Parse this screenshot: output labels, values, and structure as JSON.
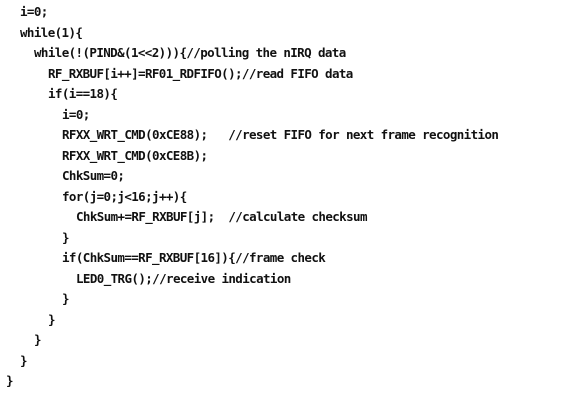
{
  "code_lines": [
    {
      "indent": 1,
      "text": "i=0;"
    },
    {
      "indent": 1,
      "text": "while(1){"
    },
    {
      "indent": 2,
      "text": "while(!(PIND&(1<<2))){//polling the nIRQ data"
    },
    {
      "indent": 3,
      "text": "RF_RXBUF[i++]=RF01_RDFIFO();//read FIFO data"
    },
    {
      "indent": 3,
      "text": "if(i==18){"
    },
    {
      "indent": 4,
      "text": "i=0;"
    },
    {
      "indent": 4,
      "text": "RFXX_WRT_CMD(0xCE88);   //reset FIFO for next frame recognition"
    },
    {
      "indent": 4,
      "text": "RFXX_WRT_CMD(0xCE8B);"
    },
    {
      "indent": 4,
      "text": "ChkSum=0;"
    },
    {
      "indent": 4,
      "text": "for(j=0;j<16;j++){"
    },
    {
      "indent": 5,
      "text": "ChkSum+=RF_RXBUF[j];  //calculate checksum"
    },
    {
      "indent": 4,
      "text": "}"
    },
    {
      "indent": 4,
      "text": "if(ChkSum==RF_RXBUF[16]){//frame check"
    },
    {
      "indent": 5,
      "text": "LED0_TRG();//receive indication"
    },
    {
      "indent": 4,
      "text": "}"
    },
    {
      "indent": 3,
      "text": "}"
    },
    {
      "indent": 2,
      "text": "}"
    },
    {
      "indent": 1,
      "text": "}"
    },
    {
      "indent": 0,
      "text": "}"
    }
  ]
}
